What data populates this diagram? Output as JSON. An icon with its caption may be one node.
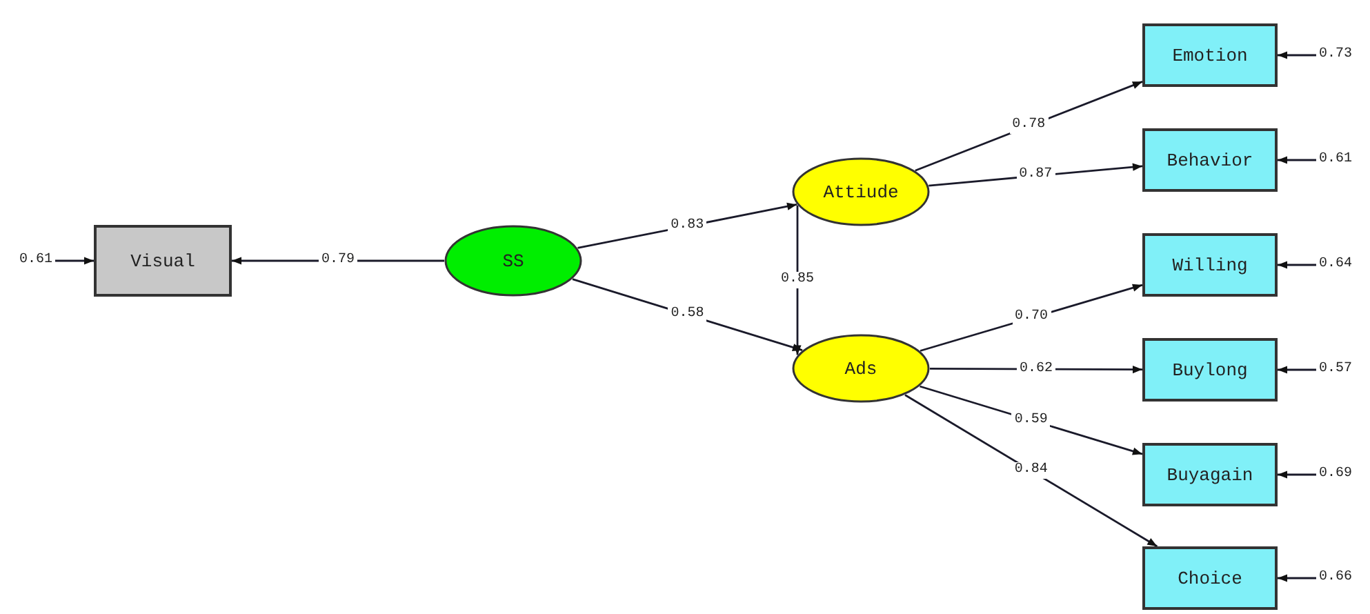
{
  "diagram": {
    "nodes": [
      {
        "text": [
          "Visual"
        ]
      },
      {
        "text": [
          "SS"
        ]
      },
      {
        "text": [
          "Attiude"
        ]
      },
      {
        "text": [
          "Ads"
        ]
      },
      {
        "text": [
          "Emotion"
        ]
      },
      {
        "text": [
          "Behavior"
        ]
      },
      {
        "text": [
          "Willing"
        ]
      },
      {
        "text": [
          "Buylong"
        ]
      },
      {
        "text": [
          "Buyagain"
        ]
      },
      {
        "text": [
          "Choice"
        ]
      }
    ],
    "edges": [
      {
        "from": 1,
        "to": 0,
        "arrow": "to",
        "label": "0.79"
      },
      {
        "from": 1,
        "to": 2,
        "arrow": "to",
        "label": "0.83"
      },
      {
        "from": 1,
        "to": 3,
        "arrow": "to",
        "label": "0.58"
      },
      {
        "from": 2,
        "to": 3,
        "arrow": "to",
        "label": "0.85"
      },
      {
        "from": 2,
        "to": 4,
        "arrow": "to",
        "label": "0.78"
      },
      {
        "from": 2,
        "to": 5,
        "arrow": "to",
        "label": "0.87"
      },
      {
        "from": 3,
        "to": 6,
        "arrow": "to",
        "label": "0.70"
      },
      {
        "from": 3,
        "to": 7,
        "arrow": "to",
        "label": "0.62"
      },
      {
        "from": 3,
        "to": 8,
        "arrow": "to",
        "label": "0.59"
      },
      {
        "from": 3,
        "to": 9,
        "arrow": "to",
        "label": "0.84"
      },
      {
        "from": null,
        "to": 0,
        "arrow": "to",
        "label": "0.61"
      },
      {
        "from": null,
        "to": 4,
        "arrow": "to",
        "label": "0.73"
      },
      {
        "from": null,
        "to": 5,
        "arrow": "to",
        "label": "0.61"
      },
      {
        "from": null,
        "to": 6,
        "arrow": "to",
        "label": "0.64"
      },
      {
        "from": null,
        "to": 7,
        "arrow": "to",
        "label": "0.57"
      },
      {
        "from": null,
        "to": 8,
        "arrow": "to",
        "label": "0.69"
      },
      {
        "from": null,
        "to": 9,
        "arrow": "to",
        "label": "0.66"
      }
    ]
  }
}
